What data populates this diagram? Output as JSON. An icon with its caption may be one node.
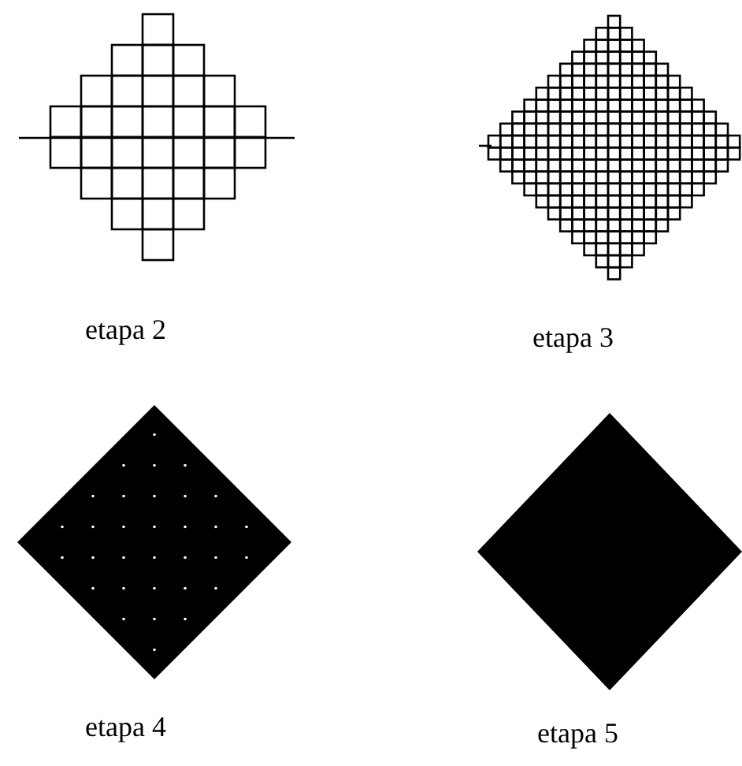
{
  "diagram": {
    "labels": [
      "etapa 2",
      "etapa 3",
      "etapa 4",
      "etapa 5"
    ]
  }
}
